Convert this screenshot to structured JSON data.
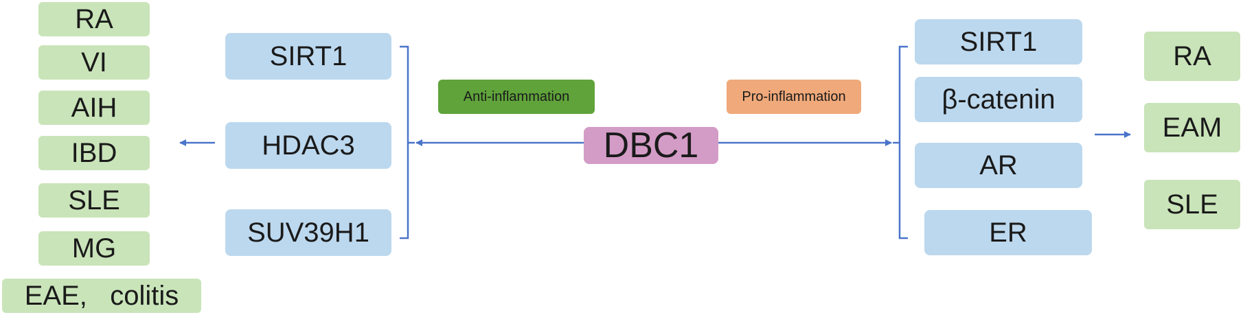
{
  "center": {
    "label": "DBC1"
  },
  "tags": {
    "anti": "Anti-inflammation",
    "pro": "Pro-inflammation"
  },
  "left_mediators": [
    "SIRT1",
    "HDAC3",
    "SUV39H1"
  ],
  "left_diseases": [
    "RA",
    "VI",
    "AIH",
    "IBD",
    "SLE",
    "MG",
    "EAE,   colitis"
  ],
  "right_mediators": [
    "SIRT1",
    "β-catenin",
    "AR",
    "ER"
  ],
  "right_diseases": [
    "RA",
    "EAM",
    "SLE"
  ],
  "colors": {
    "arrow": "#4a74c9",
    "disease_box": "#c9e4b9",
    "mediator_box": "#bcd8ee",
    "center_box": "#d39cc6",
    "anti_tag": "#5fa33a",
    "pro_tag": "#f0a97a"
  }
}
